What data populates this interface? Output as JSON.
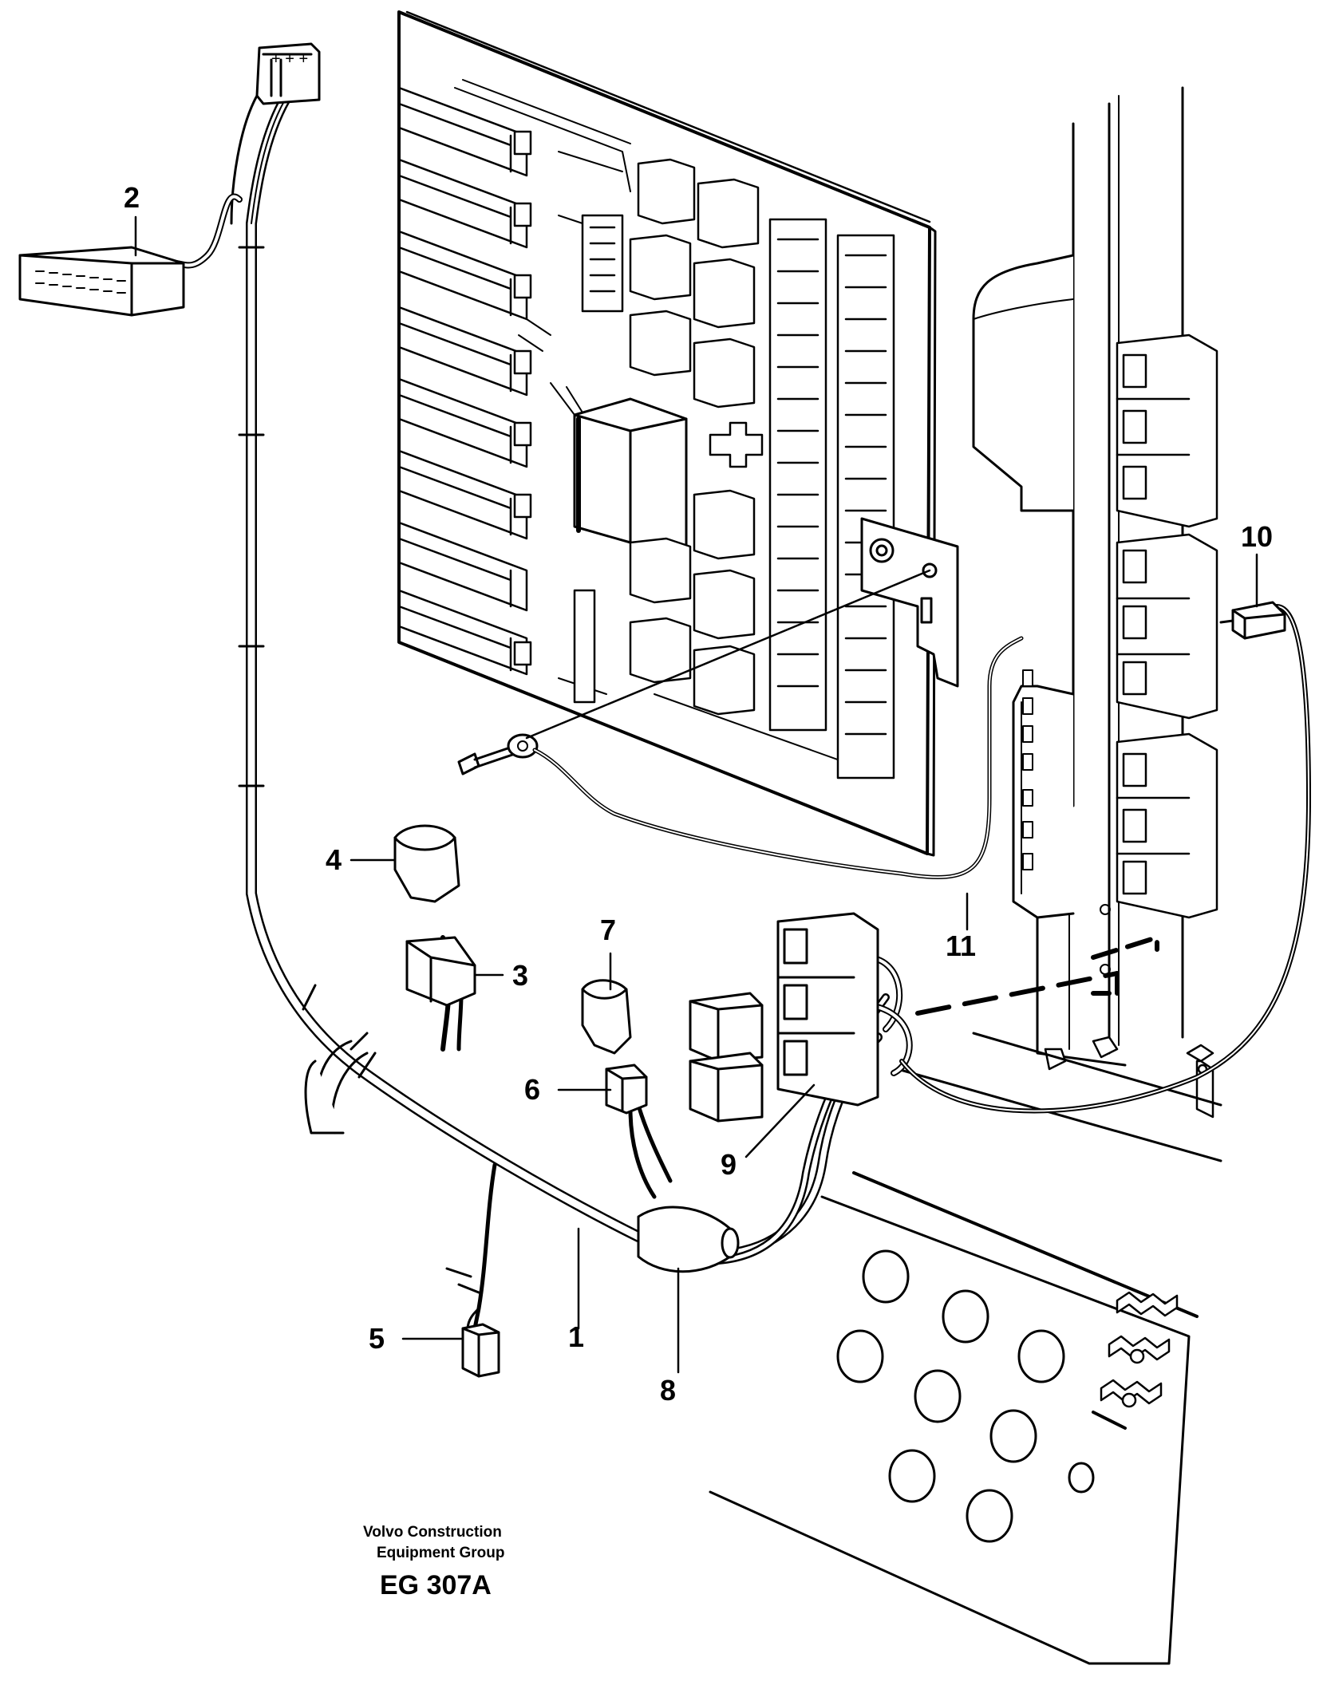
{
  "callouts": [
    {
      "id": "1",
      "label": "1"
    },
    {
      "id": "2",
      "label": "2"
    },
    {
      "id": "3",
      "label": "3"
    },
    {
      "id": "4",
      "label": "4"
    },
    {
      "id": "5",
      "label": "5"
    },
    {
      "id": "6",
      "label": "6"
    },
    {
      "id": "7",
      "label": "7"
    },
    {
      "id": "8",
      "label": "8"
    },
    {
      "id": "9",
      "label": "9"
    },
    {
      "id": "10",
      "label": "10"
    },
    {
      "id": "11",
      "label": "11"
    }
  ],
  "footer": {
    "company_line1": "Volvo Construction",
    "company_line2": "Equipment Group",
    "drawing_code": "EG 307A"
  }
}
